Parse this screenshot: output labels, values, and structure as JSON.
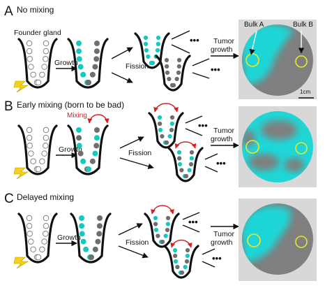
{
  "panels": [
    {
      "letter": "A",
      "title": "No mixing",
      "founder_label": "Founder gland",
      "growth_label": "Growth",
      "fission_label": "Fission",
      "tumor_label_1": "Tumor",
      "tumor_label_2": "growth",
      "mixing_label": "",
      "ellipsis": "•••",
      "bulk_a": "Bulk A",
      "bulk_b": "Bulk B",
      "scale": "1cm"
    },
    {
      "letter": "B",
      "title": "Early mixing (born to be bad)",
      "founder_label": "",
      "growth_label": "Growth",
      "fission_label": "Fission",
      "tumor_label_1": "Tumor",
      "tumor_label_2": "growth",
      "mixing_label": "Mixing",
      "ellipsis": "•••"
    },
    {
      "letter": "C",
      "title": "Delayed mixing",
      "founder_label": "",
      "growth_label": "Growth",
      "fission_label": "Fission",
      "tumor_label_1": "Tumor",
      "tumor_label_2": "growth",
      "mixing_label": "",
      "ellipsis": "•••"
    }
  ],
  "colors": {
    "teal": "#16c9c0",
    "gray": "#6e6e6e",
    "empty_cell": "#ffffff",
    "arrow_red": "#d42020",
    "lightning": "#f2d21a",
    "photo_bg": "#d8d8d8",
    "tumor_gray": "#7f7f7f",
    "tumor_teal": "#1fd6d6",
    "bulk_circle": "#e9e92a"
  },
  "icons": [
    "lightning-bolt-icon",
    "mixing-arrow-icon",
    "fission-arrow-icon",
    "ellipsis-icon"
  ]
}
